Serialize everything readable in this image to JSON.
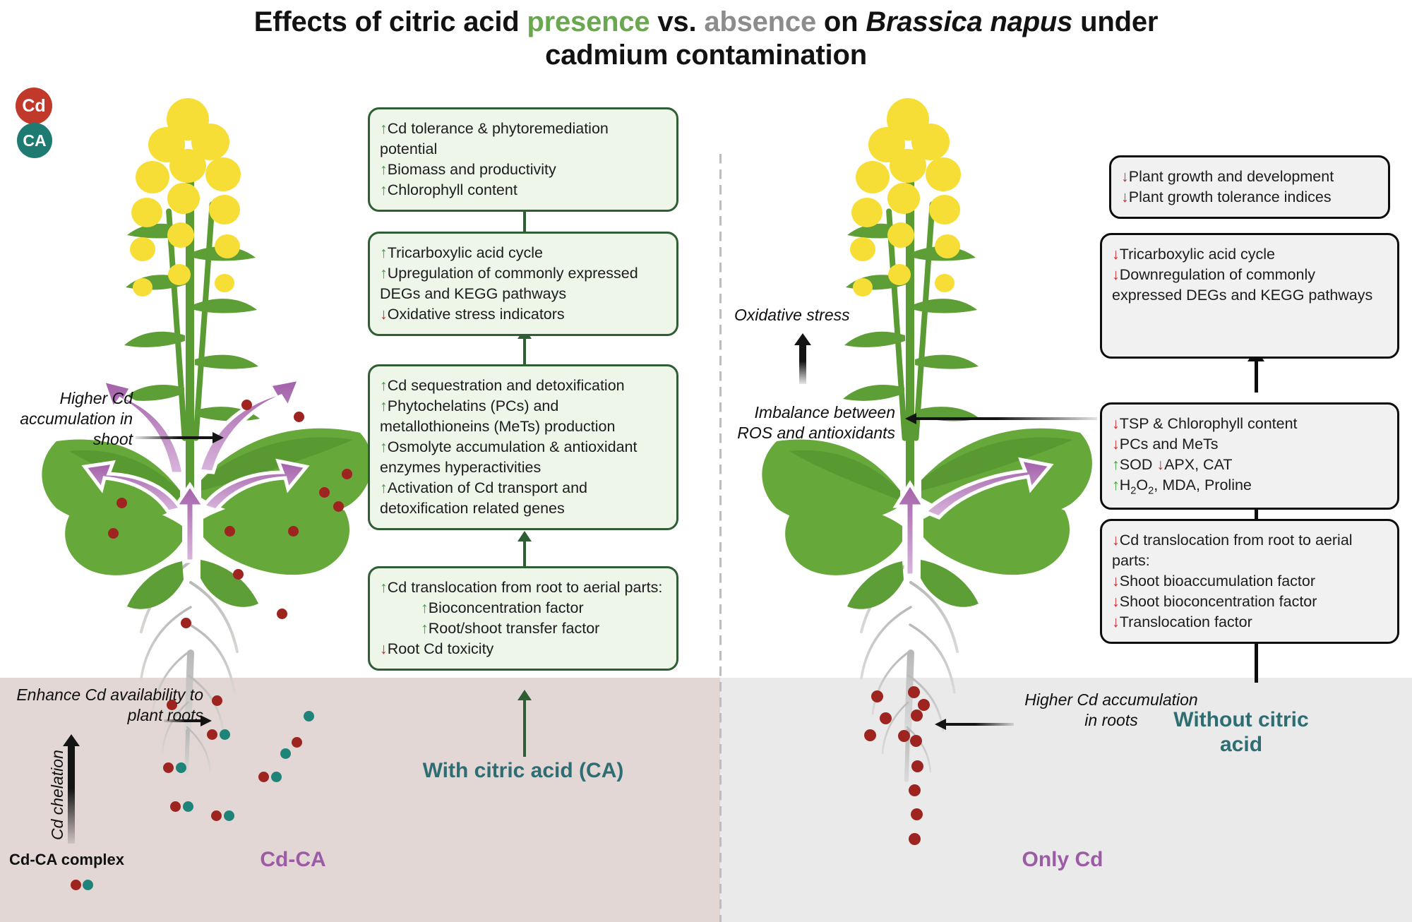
{
  "title": {
    "line1_a": "Effects of citric acid ",
    "line1_presence": "presence",
    "line1_b": " vs. ",
    "line1_absence": "absence",
    "line1_c": " on ",
    "line1_species": "Brassica napus",
    "line1_d": " under",
    "line2": "cadmium contamination"
  },
  "legend": {
    "cd_label": "Cd",
    "ca_label": "CA",
    "cd_color": "#c0392b",
    "ca_color": "#1e7b72"
  },
  "left_panel": {
    "caption": "With citric acid (CA)",
    "soil_caption": "Cd-CA",
    "complex_label": "Cd-CA complex",
    "annotations": {
      "shoot": "Higher Cd\naccumulation in\nshoot",
      "availability": "Enhance Cd availability to\nplant roots",
      "chelation": "Cd chelation"
    },
    "boxes": [
      {
        "id": "box-outcomes",
        "lines": [
          {
            "arrow": "up",
            "text": "Cd tolerance & phytoremediation potential"
          },
          {
            "arrow": "up",
            "text": "Biomass and productivity"
          },
          {
            "arrow": "up",
            "text": "Chlorophyll content"
          }
        ]
      },
      {
        "id": "box-molecular",
        "lines": [
          {
            "arrow": "up",
            "text": "Tricarboxylic acid cycle"
          },
          {
            "arrow": "up",
            "text": "Upregulation of commonly expressed DEGs and KEGG pathways"
          },
          {
            "arrow": "down",
            "text": "Oxidative stress indicators"
          }
        ]
      },
      {
        "id": "box-sequestration",
        "lines": [
          {
            "arrow": "up",
            "text": "Cd sequestration and detoxification"
          },
          {
            "arrow": "up",
            "text": "Phytochelatins (PCs)  and metallothioneins (MeTs) production"
          },
          {
            "arrow": "up",
            "text": "Osmolyte accumulation & antioxidant enzymes hyperactivities"
          },
          {
            "arrow": "up",
            "text": "Activation of Cd transport and detoxification related genes"
          }
        ]
      },
      {
        "id": "box-translocation",
        "lines": [
          {
            "arrow": "up",
            "text": "Cd translocation from root to aerial parts:"
          },
          {
            "arrow": "up",
            "text": "Bioconcentration factor",
            "indent": true
          },
          {
            "arrow": "up",
            "text": "Root/shoot transfer factor",
            "indent": true
          },
          {
            "arrow": "down",
            "text": "Root Cd toxicity"
          }
        ]
      }
    ]
  },
  "right_panel": {
    "caption": "Without citric\nacid",
    "soil_caption": "Only Cd",
    "annotations": {
      "oxidative": "Oxidative stress",
      "imbalance": "Imbalance between\nROS and antioxidants",
      "roots": "Higher Cd accumulation\nin roots"
    },
    "boxes": [
      {
        "id": "box-growth",
        "lines": [
          {
            "arrow": "down",
            "text": "Plant growth and development"
          },
          {
            "arrow": "down",
            "text": "Plant growth tolerance indices"
          }
        ]
      },
      {
        "id": "box-molecular-r",
        "lines": [
          {
            "arrow": "down",
            "text": "Tricarboxylic acid cycle"
          },
          {
            "arrow": "down",
            "text": "Downregulation of commonly expressed DEGs and KEGG pathways"
          }
        ]
      },
      {
        "id": "box-biochem",
        "lines": [
          {
            "arrow": "down",
            "text": "TSP & Chlorophyll content"
          },
          {
            "arrow": "down",
            "text": "PCs and MeTs"
          },
          {
            "arrow": "up",
            "text": "SOD",
            "arrow2": "down",
            "text2": "APX, CAT"
          },
          {
            "arrow": "up",
            "html": "H<sub>2</sub>O<sub>2</sub>, MDA, Proline"
          }
        ]
      },
      {
        "id": "box-translocation-r",
        "lines": [
          {
            "arrow": "down",
            "text": "Cd translocation from root to aerial parts:"
          },
          {
            "arrow": "down",
            "text": "Shoot bioaccumulation factor"
          },
          {
            "arrow": "down",
            "text": "Shoot bioconcentration factor"
          },
          {
            "arrow": "down",
            "text": "Translocation factor"
          }
        ]
      }
    ]
  },
  "colors": {
    "soil_left": "#e3d7d6",
    "soil_right": "#eaeaea",
    "green_border": "#2f5d34",
    "green_fill": "#eef5e9",
    "gray_fill": "#f1f1f1",
    "purple_arrow": "#a25fa8",
    "teal_text": "#2e6e73",
    "purple_text": "#9b5ba5",
    "up_arrow": "#3aa13a",
    "down_arrow": "#cc2a2a"
  }
}
